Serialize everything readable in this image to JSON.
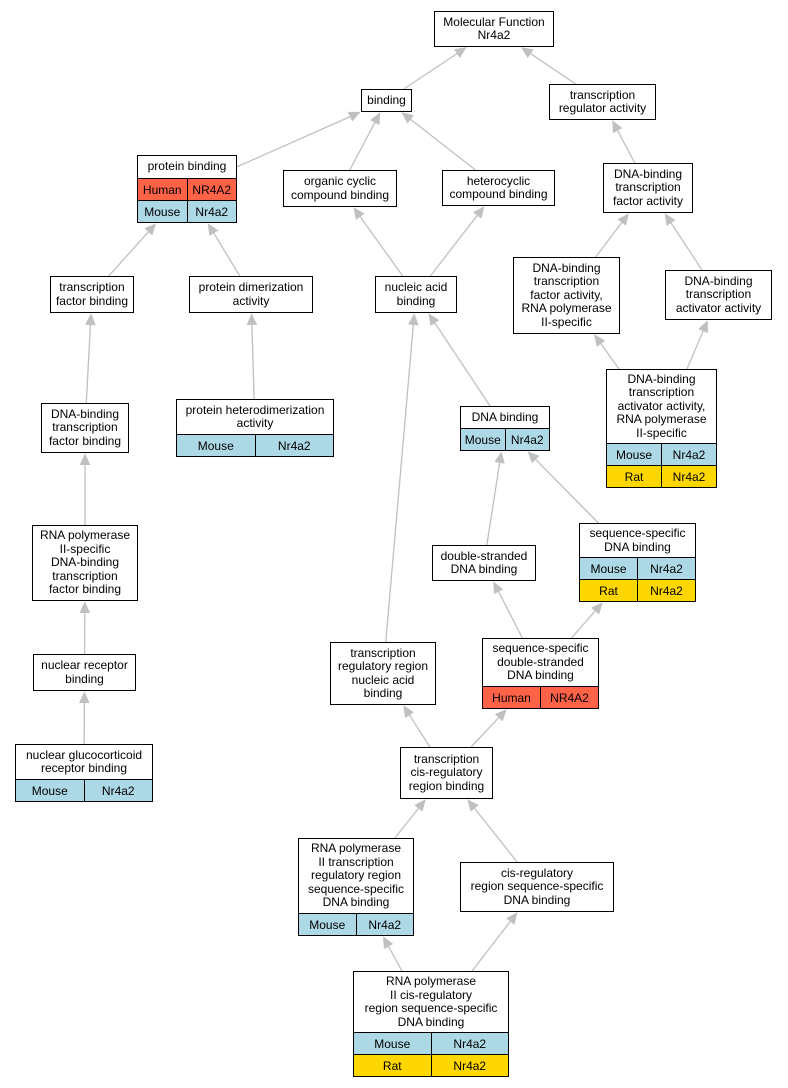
{
  "nodes": [
    {
      "id": "mf",
      "label": "Molecular Function\nNr4a2",
      "rows": []
    },
    {
      "id": "binding",
      "label": "binding",
      "rows": []
    },
    {
      "id": "tra",
      "label": "transcription\nregulator activity",
      "rows": []
    },
    {
      "id": "pb",
      "label": "protein binding",
      "rows": [
        {
          "species": "Human",
          "gene": "NR4A2"
        },
        {
          "species": "Mouse",
          "gene": "Nr4a2"
        }
      ]
    },
    {
      "id": "occb",
      "label": "organic cyclic\ncompound binding",
      "rows": []
    },
    {
      "id": "hcb",
      "label": "heterocyclic\ncompound binding",
      "rows": []
    },
    {
      "id": "dbtfa",
      "label": "DNA-binding\ntranscription\nfactor activity",
      "rows": []
    },
    {
      "id": "tfb",
      "label": "transcription\nfactor binding",
      "rows": []
    },
    {
      "id": "pda",
      "label": "protein dimerization\nactivity",
      "rows": []
    },
    {
      "id": "nab",
      "label": "nucleic acid\nbinding",
      "rows": []
    },
    {
      "id": "dbtfarp",
      "label": "DNA-binding\ntranscription\nfactor activity,\nRNA polymerase\nII-specific",
      "rows": []
    },
    {
      "id": "dbtaa",
      "label": "DNA-binding\ntranscription\nactivator activity",
      "rows": []
    },
    {
      "id": "phda",
      "label": "protein heterodimerization\nactivity",
      "rows": [
        {
          "species": "Mouse",
          "gene": "Nr4a2"
        }
      ]
    },
    {
      "id": "dbtfb",
      "label": "DNA-binding\ntranscription\nfactor binding",
      "rows": []
    },
    {
      "id": "dbtaarp",
      "label": "DNA-binding\ntranscription\nactivator activity,\nRNA polymerase\nII-specific",
      "rows": [
        {
          "species": "Mouse",
          "gene": "Nr4a2"
        },
        {
          "species": "Rat",
          "gene": "Nr4a2"
        }
      ]
    },
    {
      "id": "dnab",
      "label": "DNA binding",
      "rows": [
        {
          "species": "Mouse",
          "gene": "Nr4a2"
        }
      ]
    },
    {
      "id": "rp2dbtfb",
      "label": "RNA polymerase\nII-specific\nDNA-binding\ntranscription\nfactor binding",
      "rows": []
    },
    {
      "id": "ssdb",
      "label": "sequence-specific\nDNA binding",
      "rows": [
        {
          "species": "Mouse",
          "gene": "Nr4a2"
        },
        {
          "species": "Rat",
          "gene": "Nr4a2"
        }
      ]
    },
    {
      "id": "dsdb",
      "label": "double-stranded\nDNA binding",
      "rows": []
    },
    {
      "id": "nrb",
      "label": "nuclear receptor\nbinding",
      "rows": []
    },
    {
      "id": "trrnab",
      "label": "transcription\nregulatory region\nnucleic acid\nbinding",
      "rows": []
    },
    {
      "id": "ssdsdb",
      "label": "sequence-specific\ndouble-stranded\nDNA binding",
      "rows": [
        {
          "species": "Human",
          "gene": "NR4A2"
        }
      ]
    },
    {
      "id": "ngrb",
      "label": "nuclear glucocorticoid\nreceptor binding",
      "rows": [
        {
          "species": "Mouse",
          "gene": "Nr4a2"
        }
      ]
    },
    {
      "id": "tcrrb",
      "label": "transcription\ncis-regulatory\nregion binding",
      "rows": []
    },
    {
      "id": "rp2trrssdb",
      "label": "RNA polymerase\nII transcription\nregulatory region\nsequence-specific\nDNA binding",
      "rows": [
        {
          "species": "Mouse",
          "gene": "Nr4a2"
        }
      ]
    },
    {
      "id": "crrssdb",
      "label": "cis-regulatory\nregion sequence-specific\nDNA binding",
      "rows": []
    },
    {
      "id": "rp2crrssdb",
      "label": "RNA polymerase\nII cis-regulatory\nregion sequence-specific\nDNA binding",
      "rows": [
        {
          "species": "Mouse",
          "gene": "Nr4a2"
        },
        {
          "species": "Rat",
          "gene": "Nr4a2"
        }
      ]
    }
  ],
  "edges": [
    [
      "binding",
      "mf"
    ],
    [
      "tra",
      "mf"
    ],
    [
      "pb",
      "binding"
    ],
    [
      "occb",
      "binding"
    ],
    [
      "hcb",
      "binding"
    ],
    [
      "dbtfa",
      "tra"
    ],
    [
      "tfb",
      "pb"
    ],
    [
      "pda",
      "pb"
    ],
    [
      "nab",
      "occb"
    ],
    [
      "nab",
      "hcb"
    ],
    [
      "dbtfarp",
      "dbtfa"
    ],
    [
      "dbtaa",
      "dbtfa"
    ],
    [
      "phda",
      "pda"
    ],
    [
      "dbtfb",
      "tfb"
    ],
    [
      "dbtaarp",
      "dbtfarp"
    ],
    [
      "dbtaarp",
      "dbtaa"
    ],
    [
      "dnab",
      "nab"
    ],
    [
      "rp2dbtfb",
      "dbtfb"
    ],
    [
      "ssdb",
      "dnab"
    ],
    [
      "dsdb",
      "dnab"
    ],
    [
      "nrb",
      "rp2dbtfb"
    ],
    [
      "trrnab",
      "nab"
    ],
    [
      "ssdsdb",
      "dsdb"
    ],
    [
      "ssdsdb",
      "ssdb"
    ],
    [
      "ngrb",
      "nrb"
    ],
    [
      "tcrrb",
      "trrnab"
    ],
    [
      "tcrrb",
      "ssdsdb"
    ],
    [
      "rp2trrssdb",
      "tcrrb"
    ],
    [
      "crrssdb",
      "tcrrb"
    ],
    [
      "rp2crrssdb",
      "rp2trrssdb"
    ],
    [
      "rp2crrssdb",
      "crrssdb"
    ]
  ],
  "colors": {
    "Mouse": "#add8e6",
    "Human": "#ff6347",
    "Rat": "#ffd700",
    "edge": "#c0c0c0"
  }
}
